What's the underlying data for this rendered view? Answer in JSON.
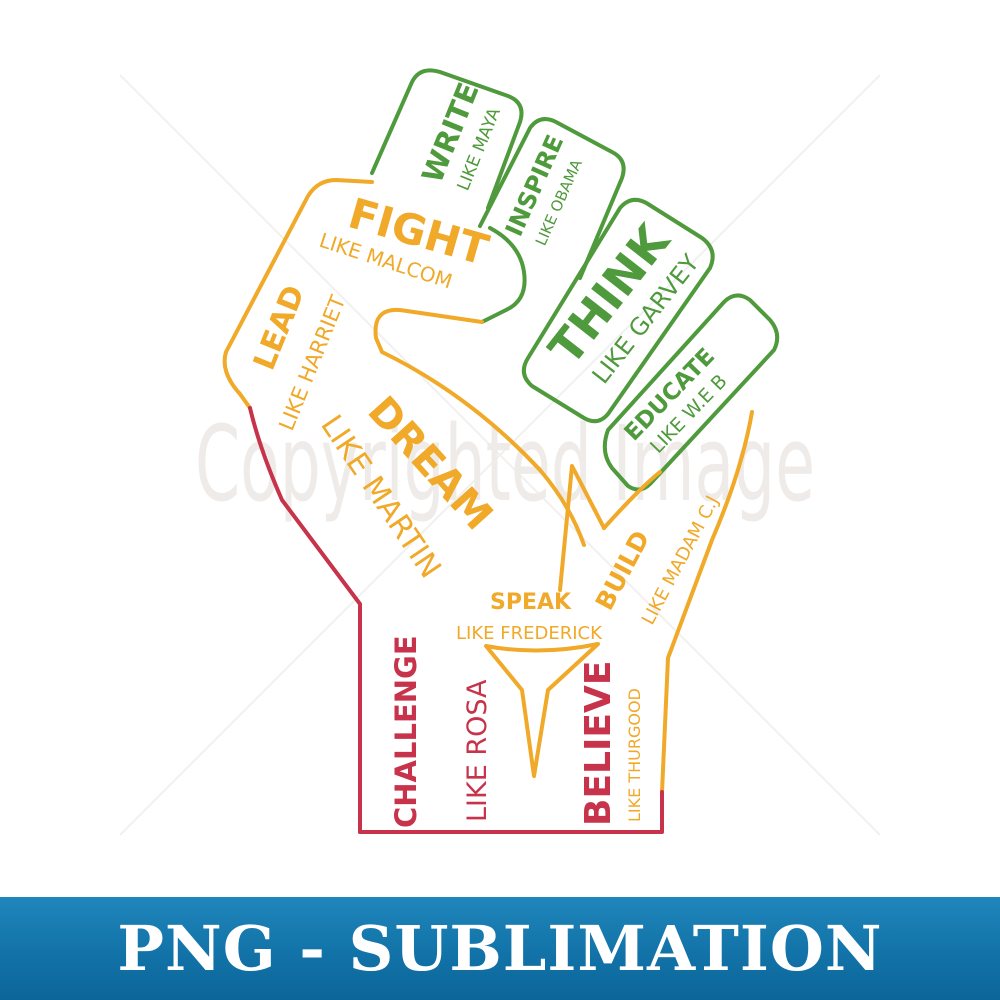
{
  "watermark": {
    "text": "Copyrighted Image"
  },
  "colors": {
    "green": "#4f9a3c",
    "orange": "#f0a928",
    "red": "#c7334a",
    "banner_blue": "#1273a8",
    "banner_text": "#ffffff"
  },
  "words": {
    "write": {
      "verb": "WRITE",
      "like": "LIKE MAYA"
    },
    "inspire": {
      "verb": "INSPIRE",
      "like": "LIKE OBAMA"
    },
    "think": {
      "verb": "THINK",
      "like": "LIKE GARVEY"
    },
    "educate": {
      "verb": "EDUCATE",
      "like": "LIKE W.E B"
    },
    "fight": {
      "verb": "FIGHT",
      "like": "LIKE MALCOM"
    },
    "lead": {
      "verb": "LEAD",
      "like": "LIKE HARRIET"
    },
    "dream": {
      "verb": "DREAM",
      "like": "LIKE MARTIN"
    },
    "speak": {
      "verb": "SPEAK",
      "like": "LIKE FREDERICK"
    },
    "build": {
      "verb": "BUILD",
      "like": "LIKE MADAM C.J"
    },
    "challenge": {
      "verb": "CHALLENGE",
      "like": "LIKE ROSA"
    },
    "believe": {
      "verb": "BELIEVE",
      "like": "LIKE THURGOOD"
    }
  },
  "banner": {
    "label": "PNG - SUBLIMATION"
  }
}
